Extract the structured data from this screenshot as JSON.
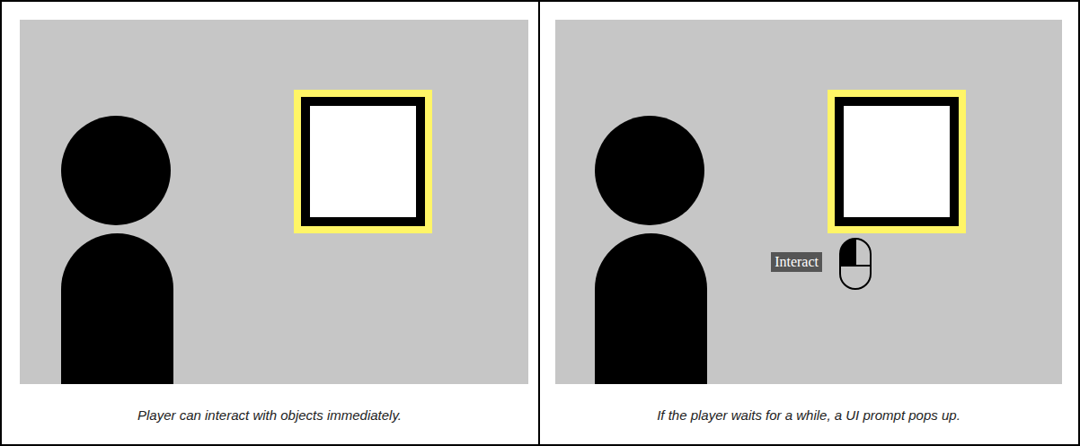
{
  "diagram": {
    "nodes": [
      {
        "text": [
          "Interact"
        ]
      }
    ],
    "labels": [
      "Player can interact with objects immediately.",
      "If the player waits for a while, a UI prompt pops up."
    ]
  }
}
